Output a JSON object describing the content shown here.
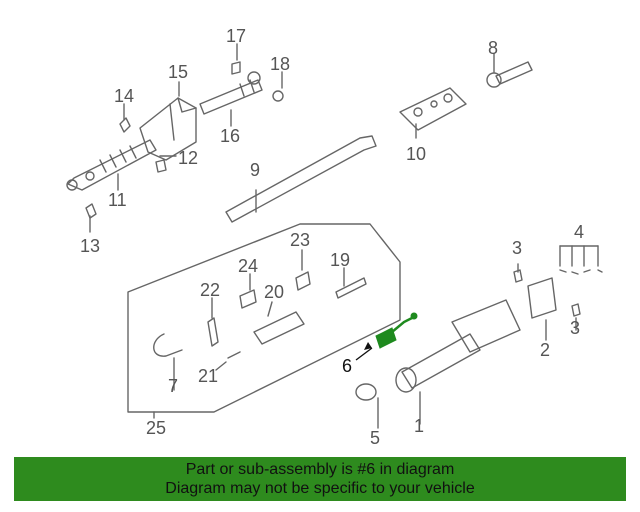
{
  "callouts": [
    "1",
    "2",
    "3",
    "3",
    "3",
    "4",
    "5",
    "6",
    "7",
    "8",
    "9",
    "10",
    "11",
    "12",
    "13",
    "14",
    "15",
    "16",
    "17",
    "18",
    "19",
    "20",
    "21",
    "22",
    "23",
    "24",
    "25"
  ],
  "colors": {
    "banner_bg": "#2e8b1e",
    "highlight_part": "#1e8a1e",
    "line_art": "#666666",
    "callout_text": "#555555"
  },
  "banner": {
    "line1": "Part or sub-assembly is #6 in diagram",
    "line2": "Diagram may not be specific to your vehicle"
  }
}
